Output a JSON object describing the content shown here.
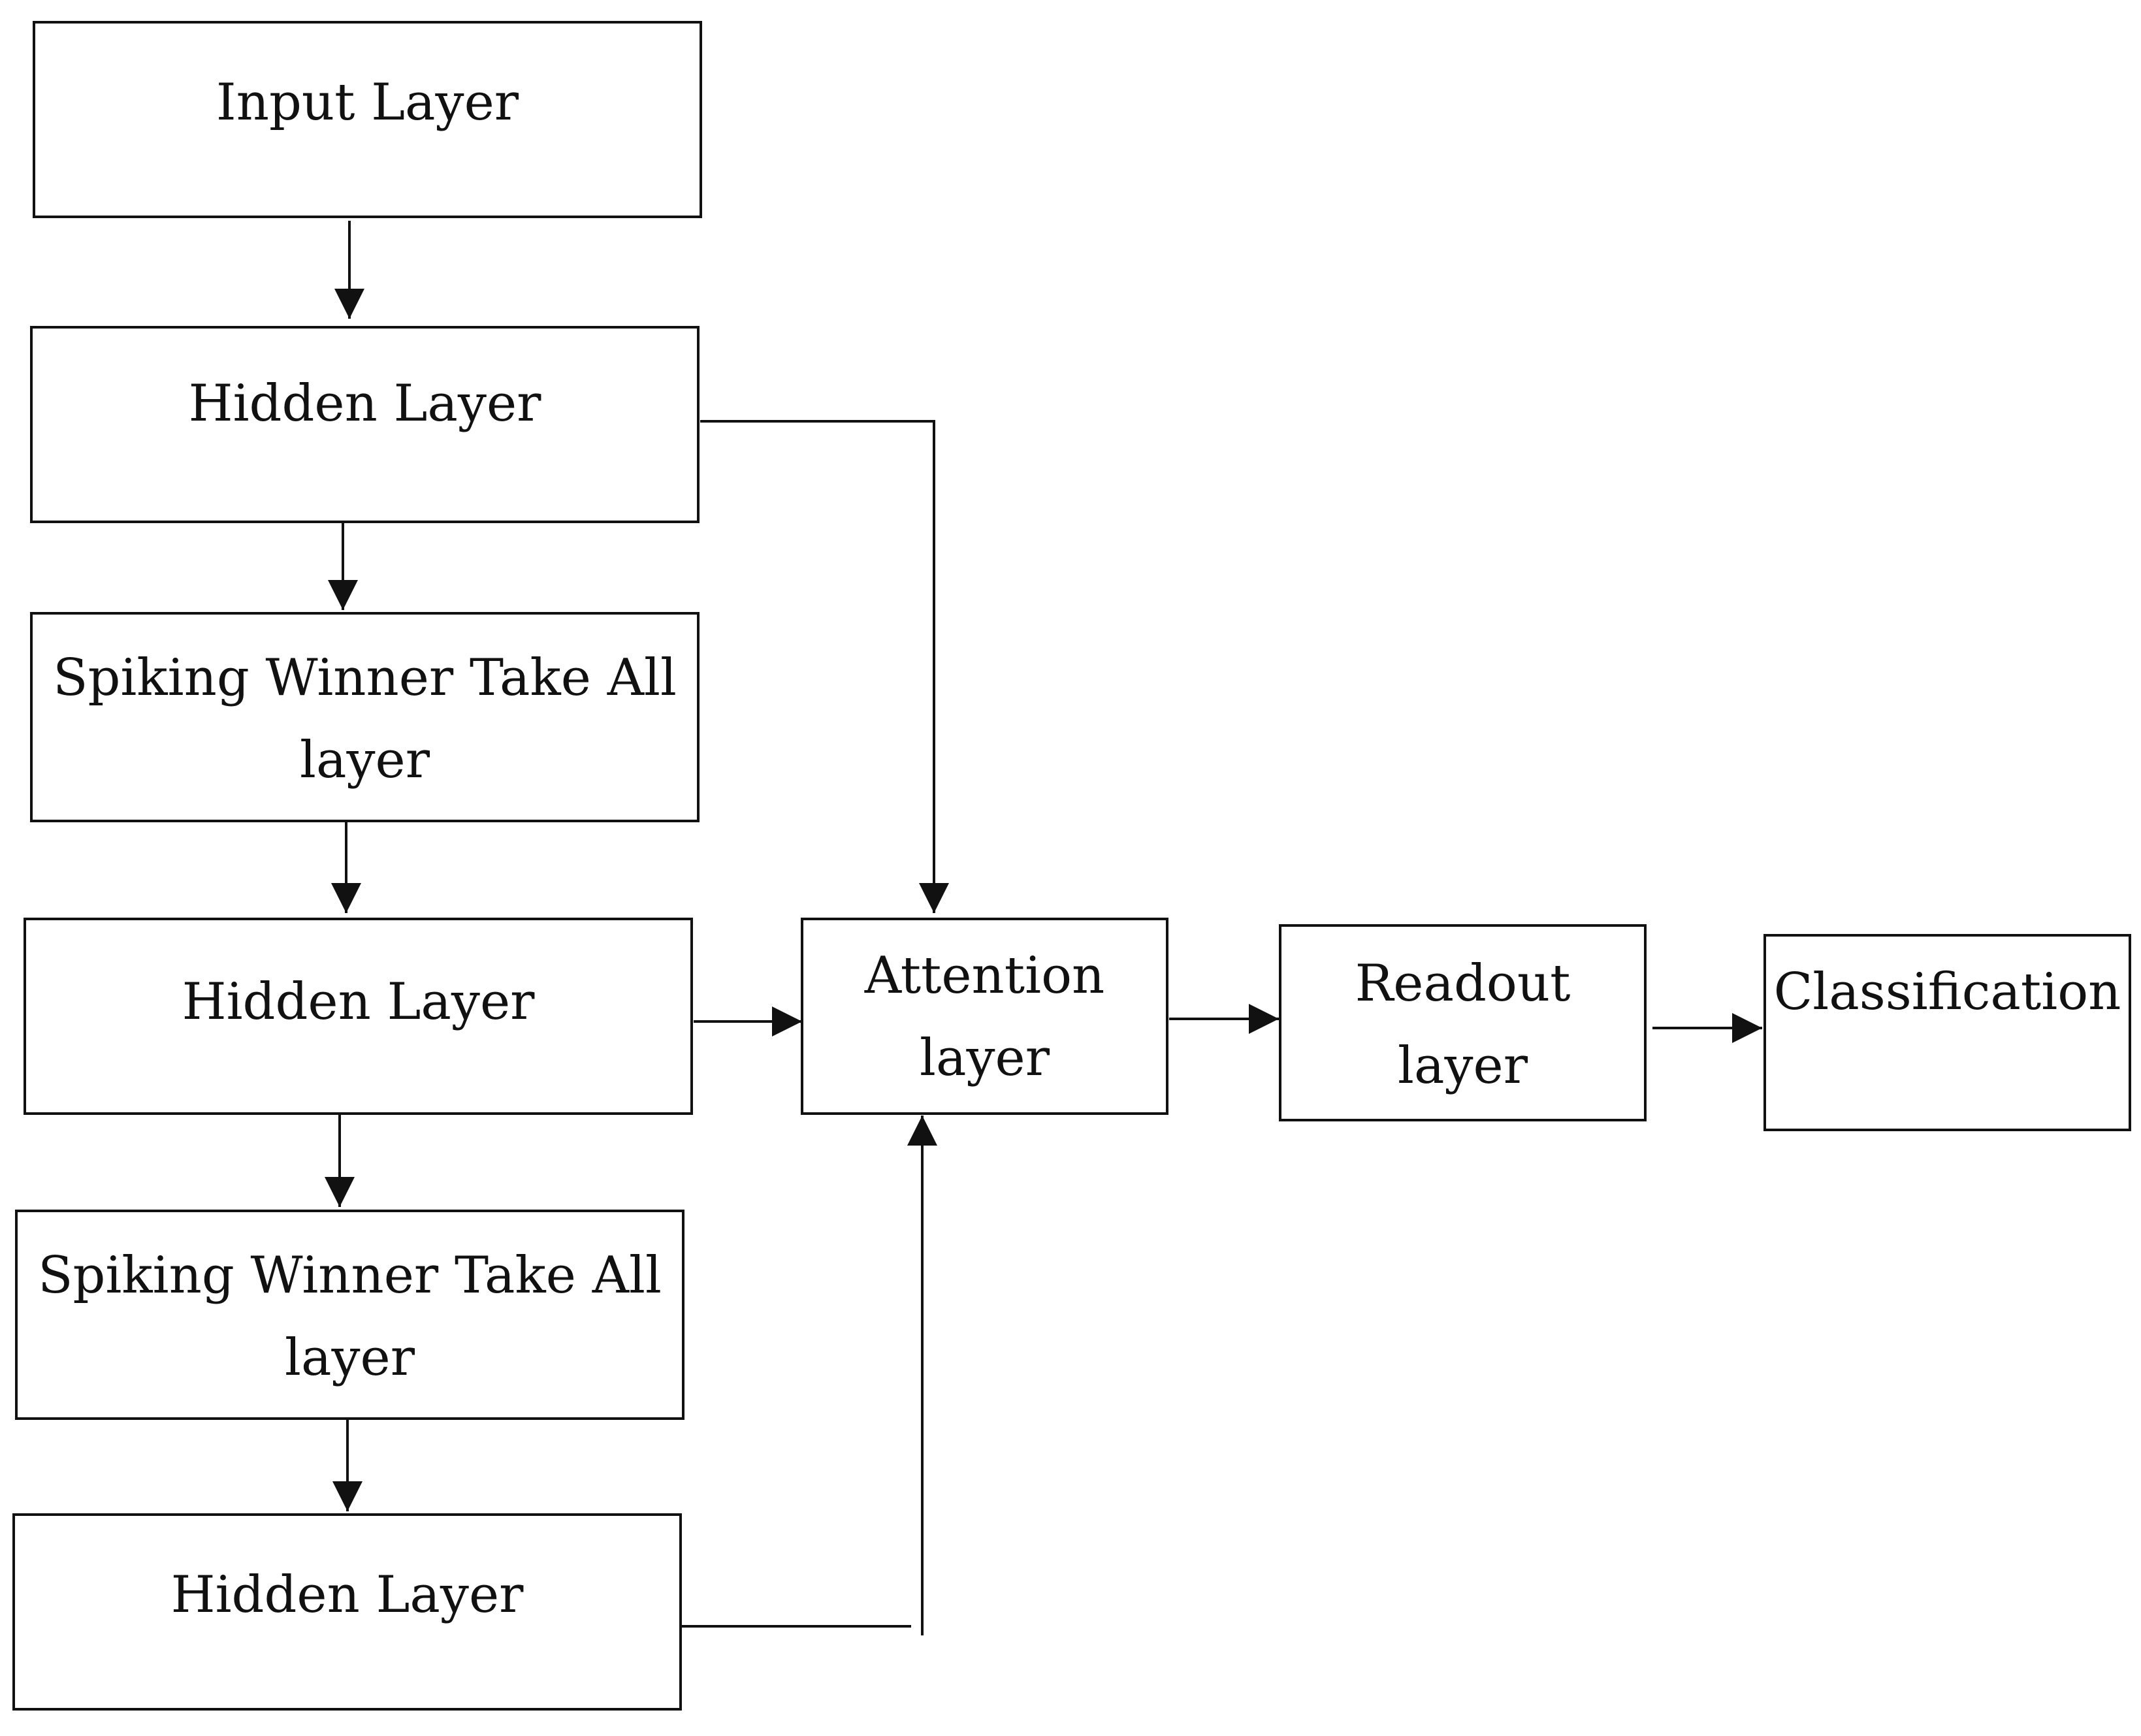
{
  "colors": {
    "stroke": "#111111",
    "background": "#ffffff"
  },
  "nodes": {
    "input_layer": [
      "Input Layer"
    ],
    "hidden_layer_1": [
      "Hidden Layer"
    ],
    "swta_layer_1": [
      "Spiking Winner Take All",
      "layer"
    ],
    "hidden_layer_2": [
      "Hidden Layer"
    ],
    "swta_layer_2": [
      "Spiking Winner Take All",
      "layer"
    ],
    "hidden_layer_3": [
      "Hidden Layer"
    ],
    "attention_layer": [
      "Attention",
      "layer"
    ],
    "readout_layer": [
      "Readout",
      "layer"
    ],
    "classification": [
      "Classification"
    ]
  },
  "edges": [
    {
      "from": "input_layer",
      "to": "hidden_layer_1"
    },
    {
      "from": "hidden_layer_1",
      "to": "swta_layer_1"
    },
    {
      "from": "swta_layer_1",
      "to": "hidden_layer_2"
    },
    {
      "from": "hidden_layer_2",
      "to": "swta_layer_2"
    },
    {
      "from": "swta_layer_2",
      "to": "hidden_layer_3"
    },
    {
      "from": "hidden_layer_1",
      "to": "attention_layer"
    },
    {
      "from": "hidden_layer_2",
      "to": "attention_layer"
    },
    {
      "from": "hidden_layer_3",
      "to": "attention_layer"
    },
    {
      "from": "attention_layer",
      "to": "readout_layer"
    },
    {
      "from": "readout_layer",
      "to": "classification"
    }
  ]
}
